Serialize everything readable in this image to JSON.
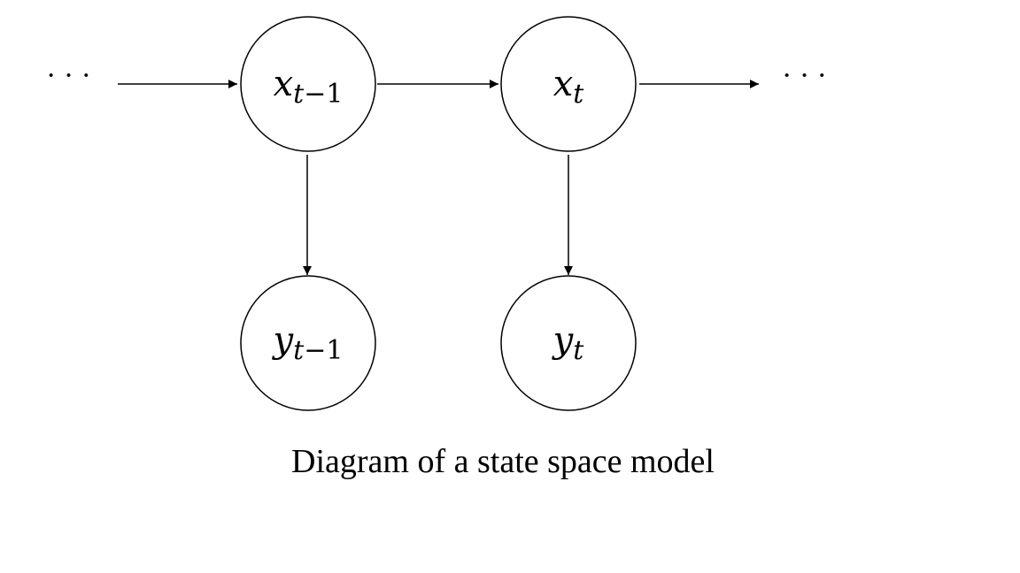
{
  "diagram": {
    "left_ellipsis": "· · ·",
    "right_ellipsis": "· · ·",
    "nodes": {
      "x_prev": {
        "var": "x",
        "sub": "t",
        "sub_minus": "−",
        "sub_num": "1"
      },
      "x_curr": {
        "var": "x",
        "sub": "t"
      },
      "y_prev": {
        "var": "y",
        "sub": "t",
        "sub_minus": "−",
        "sub_num": "1"
      },
      "y_curr": {
        "var": "y",
        "sub": "t"
      }
    },
    "edges": [
      {
        "from": "left_ellipsis",
        "to": "x_prev"
      },
      {
        "from": "x_prev",
        "to": "x_curr"
      },
      {
        "from": "x_curr",
        "to": "right_ellipsis"
      },
      {
        "from": "x_prev",
        "to": "y_prev"
      },
      {
        "from": "x_curr",
        "to": "y_curr"
      }
    ],
    "caption": "Diagram of a state space model"
  }
}
